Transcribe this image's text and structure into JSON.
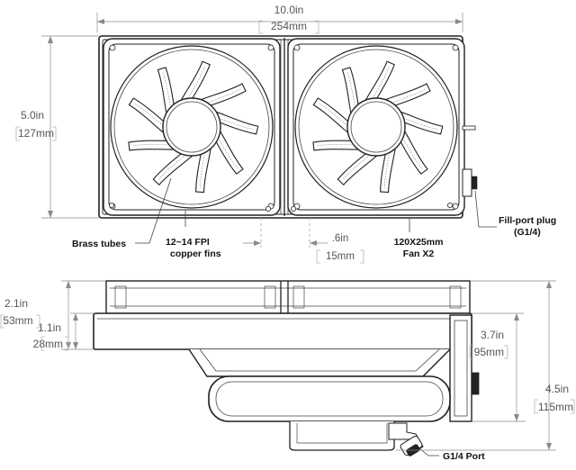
{
  "dimensions": {
    "width_in": "10.0in",
    "width_mm": "254mm",
    "height_in": "5.0in",
    "height_mm": "127mm",
    "gap_in": ".6in",
    "gap_mm": "15mm",
    "total_height_in": "2.1in",
    "total_height_mm": "53mm",
    "fan_height_in": "1.1in",
    "fan_height_mm": "28mm",
    "body_height_in": "3.7in",
    "body_height_mm": "95mm",
    "overall_height_in": "4.5in",
    "overall_height_mm": "115mm"
  },
  "callouts": {
    "brass_tubes": "Brass tubes",
    "fpi_line1": "12~14 FPI",
    "fpi_line2": "copper fins",
    "fan_line1": "120X25mm",
    "fan_line2": "Fan X2",
    "fill_port_line1": "Fill-port plug",
    "fill_port_line2": "(G1/4)",
    "g14_port": "G1/4 Port"
  },
  "colors": {
    "line": "#222222",
    "dimension_text": "#555555",
    "callout_text": "#111111"
  }
}
